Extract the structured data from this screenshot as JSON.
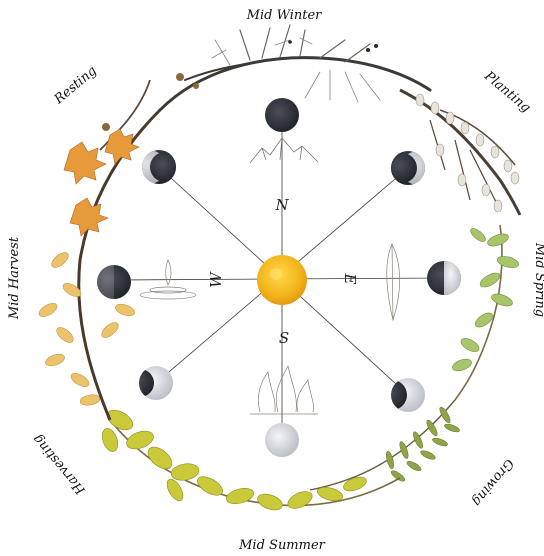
{
  "wheel": {
    "labels": {
      "north": "Mid Winter",
      "northeast": "Planting",
      "east": "Mid Spring",
      "southeast": "Growing",
      "south": "Mid Summer",
      "southwest": "Harvesting",
      "west": "Mid Harvest",
      "northwest": "Resting"
    },
    "directions": {
      "north": "N",
      "east": "E",
      "south": "S",
      "west": "W"
    },
    "center": "sun",
    "colors": {
      "sun": "#f2b51a",
      "moon_dark": "#2c2f36",
      "moon_light": "#d9dbe0",
      "spokes": "#3a3a3a"
    }
  }
}
